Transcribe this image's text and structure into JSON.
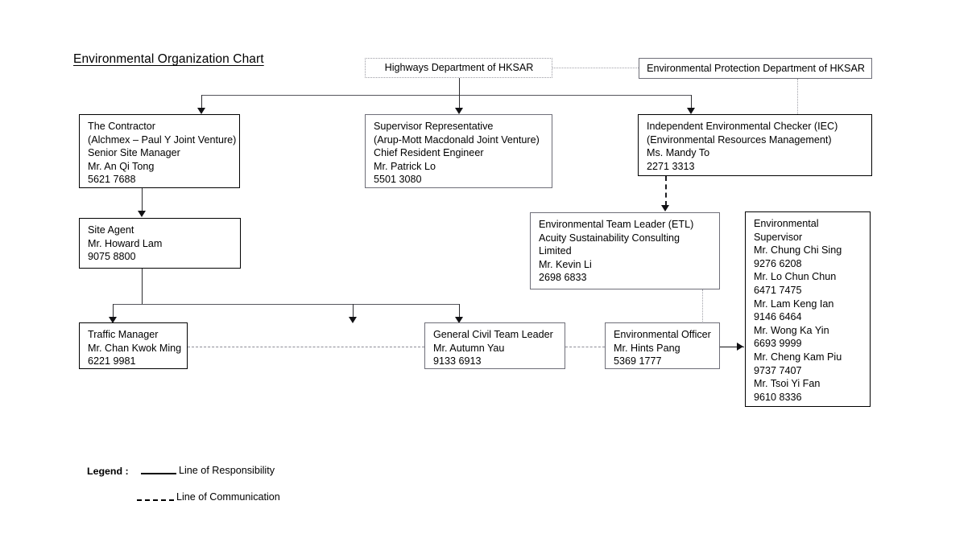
{
  "title": "Environmental Organization Chart",
  "nodes": {
    "highways": {
      "name": "Highways Department of HKSAR"
    },
    "epd": {
      "name": "Environmental Protection Department of HKSAR"
    },
    "contractor": {
      "l1": "The Contractor",
      "l2": "(Alchmex – Paul Y Joint Venture)",
      "l3": "Senior Site Manager",
      "l4": "Mr. An Qi Tong",
      "l5": "5621 7688"
    },
    "supervisor_rep": {
      "l1": "Supervisor Representative",
      "l2": "(Arup-Mott Macdonald Joint Venture)",
      "l3": "Chief Resident Engineer",
      "l4": "Mr. Patrick Lo",
      "l5": "5501 3080"
    },
    "iec": {
      "l1": "Independent Environmental Checker (IEC)",
      "l2": "(Environmental Resources Management)",
      "l3": "Ms. Mandy To",
      "l4": "2271 3313"
    },
    "site_agent": {
      "l1": "Site Agent",
      "l2": "Mr. Howard Lam",
      "l3": "9075 8800"
    },
    "etl": {
      "l1": "Environmental Team Leader (ETL)",
      "l2": "Acuity Sustainability Consulting",
      "l3": "Limited",
      "l4": "Mr. Kevin Li",
      "l5": "2698 6833"
    },
    "env_supervisor": {
      "l1": "Environmental",
      "l2": "Supervisor",
      "l3": "Mr. Chung Chi Sing",
      "l4": "9276 6208",
      "l5": "Mr. Lo Chun Chun",
      "l6": "6471 7475",
      "l7": "Mr. Lam Keng Ian",
      "l8": "9146 6464",
      "l9": "Mr. Wong Ka Yin",
      "l10": "6693 9999",
      "l11": "Mr. Cheng Kam Piu",
      "l12": "9737 7407",
      "l13": "Mr. Tsoi Yi Fan",
      "l14": "9610 8336"
    },
    "traffic_manager": {
      "l1": "Traffic Manager",
      "l2": "Mr. Chan Kwok Ming",
      "l3": "6221 9981"
    },
    "general_civil": {
      "l1": "General Civil Team Leader",
      "l2": "Mr. Autumn Yau",
      "l3": "9133 6913"
    },
    "env_officer": {
      "l1": "Environmental Officer",
      "l2": "Mr. Hints Pang",
      "l3": "5369 1777"
    }
  },
  "legend": {
    "label": "Legend :",
    "responsibility": "Line of Responsibility",
    "communication": "Line of Communication"
  },
  "chart_data": {
    "type": "diagram",
    "title": "Environmental Organization Chart",
    "node_list": [
      "Highways Department of HKSAR",
      "Environmental Protection Department of HKSAR",
      "The Contractor",
      "Supervisor Representative",
      "Independent Environmental Checker (IEC)",
      "Site Agent",
      "Environmental Team Leader (ETL)",
      "Environmental Supervisor",
      "Traffic Manager",
      "General Civil Team Leader",
      "Environmental Officer"
    ],
    "edges": [
      {
        "from": "Highways Department of HKSAR",
        "to": "Environmental Protection Department of HKSAR",
        "style": "communication"
      },
      {
        "from": "Highways Department of HKSAR",
        "to": "The Contractor",
        "style": "responsibility"
      },
      {
        "from": "Highways Department of HKSAR",
        "to": "Supervisor Representative",
        "style": "responsibility"
      },
      {
        "from": "Highways Department of HKSAR",
        "to": "Independent Environmental Checker (IEC)",
        "style": "responsibility"
      },
      {
        "from": "Environmental Protection Department of HKSAR",
        "to": "Independent Environmental Checker (IEC)",
        "style": "communication"
      },
      {
        "from": "Independent Environmental Checker (IEC)",
        "to": "Environmental Team Leader (ETL)",
        "style": "communication"
      },
      {
        "from": "The Contractor",
        "to": "Site Agent",
        "style": "responsibility"
      },
      {
        "from": "Site Agent",
        "to": "Traffic Manager",
        "style": "responsibility"
      },
      {
        "from": "Site Agent",
        "to": "General Civil Team Leader",
        "style": "responsibility"
      },
      {
        "from": "Site Agent",
        "to": "Environmental Officer",
        "style": "responsibility"
      },
      {
        "from": "Environmental Team Leader (ETL)",
        "to": "Environmental Officer",
        "style": "communication"
      },
      {
        "from": "Traffic Manager",
        "to": "General Civil Team Leader",
        "style": "communication"
      },
      {
        "from": "General Civil Team Leader",
        "to": "Environmental Officer",
        "style": "communication"
      },
      {
        "from": "Environmental Officer",
        "to": "Environmental Supervisor",
        "style": "responsibility"
      }
    ]
  }
}
